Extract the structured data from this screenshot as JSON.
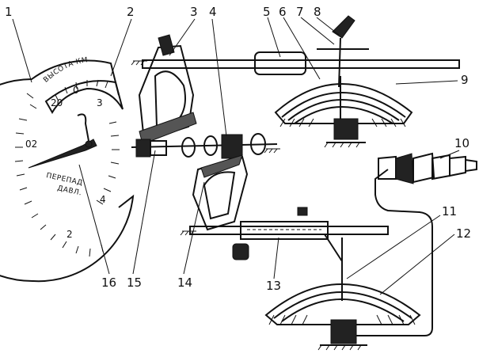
{
  "callouts": [
    "1",
    "2",
    "3",
    "4",
    "5",
    "6",
    "7",
    "8",
    "9",
    "10",
    "11",
    "12",
    "13",
    "14",
    "15",
    "16"
  ],
  "dial": {
    "title": "ВЫСОТА КМ",
    "inner_labels": [
      "20",
      "0",
      "3"
    ],
    "outer_labels": [
      "02",
      "4",
      "2"
    ],
    "sub_caption_line1": "ПЕРЕПАД",
    "sub_caption_line2": "ДАВЛ."
  }
}
